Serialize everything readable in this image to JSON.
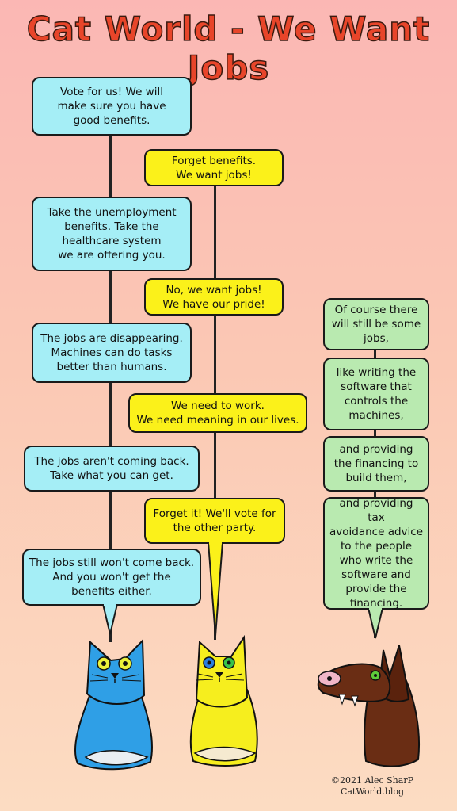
{
  "title": "Cat World - We Want Jobs",
  "blue_cat": [
    "Vote for us! We will\nmake sure you have\ngood benefits.",
    "Take the unemployment\nbenefits. Take the\nhealthcare system\nwe are offering you.",
    "The jobs are disappearing.\nMachines can do tasks\nbetter than humans.",
    "The jobs aren't coming back.\nTake what you can get.",
    "The jobs still won't come back.\nAnd you won't get the\nbenefits either."
  ],
  "yellow_cat": [
    "Forget benefits.\nWe want jobs!",
    "No, we want jobs!\nWe have our pride!",
    "We need to work.\nWe need meaning in our lives.",
    "Forget it! We'll vote for\nthe other party."
  ],
  "dog": [
    "Of course there\nwill still be some\njobs,",
    "like writing the\nsoftware that\ncontrols the\nmachines,",
    "and providing\nthe financing to\nbuild them,",
    "and providing tax\navoidance advice\nto the people\nwho write the\nsoftware and\nprovide the\nfinancing."
  ],
  "credit": {
    "line1": "©2021 Alec SharP",
    "line2": "CatWorld.blog"
  },
  "colors": {
    "blue_cat": "#2f9fe6",
    "yellow_cat": "#f6ee1e",
    "dog": "#6a2d14",
    "title": "#e8452a"
  }
}
